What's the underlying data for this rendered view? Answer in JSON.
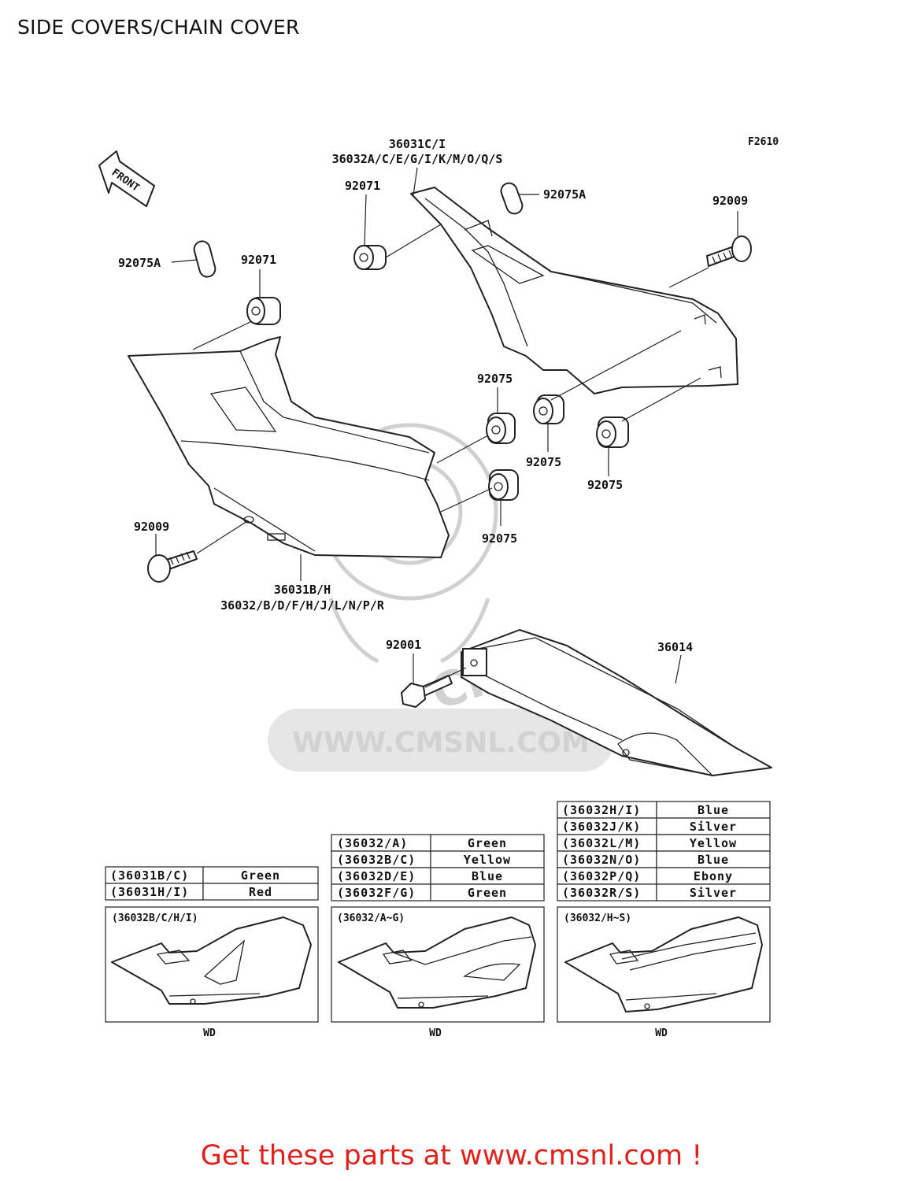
{
  "page": {
    "title": "SIDE COVERS/CHAIN COVER",
    "figure_code": "F2610",
    "front_label": "FRONT",
    "watermark_text": "WWW.CMSNL.COM",
    "watermark_logo": "CMS",
    "footer_text": "Get these parts at www.cmsnl.com !",
    "footer_color": "#e0201a"
  },
  "callouts": {
    "right_cover_line1": "36031C/I",
    "right_cover_line2": "36032A/C/E/G/I/K/M/O/Q/S",
    "grommet_top_right": "92071",
    "pin_top_right": "92075A",
    "bolt_top_right": "92009",
    "pin_left": "92075A",
    "grommet_left": "92071",
    "grommet_92075_a": "92075",
    "grommet_92075_b": "92075",
    "grommet_92075_c": "92075",
    "grommet_92075_d": "92075",
    "bolt_left": "92009",
    "left_cover_line1": "36031B/H",
    "left_cover_line2": "36032/B/D/F/H/J/L/N/P/R",
    "chain_bolt": "92001",
    "chain_cover": "36014"
  },
  "tables": {
    "t1": [
      {
        "code": "(36031B/C)",
        "color": "Green"
      },
      {
        "code": "(36031H/I)",
        "color": "Red"
      }
    ],
    "t2": [
      {
        "code": "(36032/A)",
        "color": "Green"
      },
      {
        "code": "(36032B/C)",
        "color": "Yellow"
      },
      {
        "code": "(36032D/E)",
        "color": "Blue"
      },
      {
        "code": "(36032F/G)",
        "color": "Green"
      }
    ],
    "t3": [
      {
        "code": "(36032H/I)",
        "color": "Blue"
      },
      {
        "code": "(36032J/K)",
        "color": "Silver"
      },
      {
        "code": "(36032L/M)",
        "color": "Yellow"
      },
      {
        "code": "(36032N/O)",
        "color": "Blue"
      },
      {
        "code": "(36032P/Q)",
        "color": "Ebony"
      },
      {
        "code": "(36032R/S)",
        "color": "Silver"
      }
    ]
  },
  "variants": [
    {
      "title": "(36032B/C/H/I)",
      "caption": "WD"
    },
    {
      "title": "(36032/A~G)",
      "caption": "WD"
    },
    {
      "title": "(36032/H~S)",
      "caption": "WD"
    }
  ]
}
